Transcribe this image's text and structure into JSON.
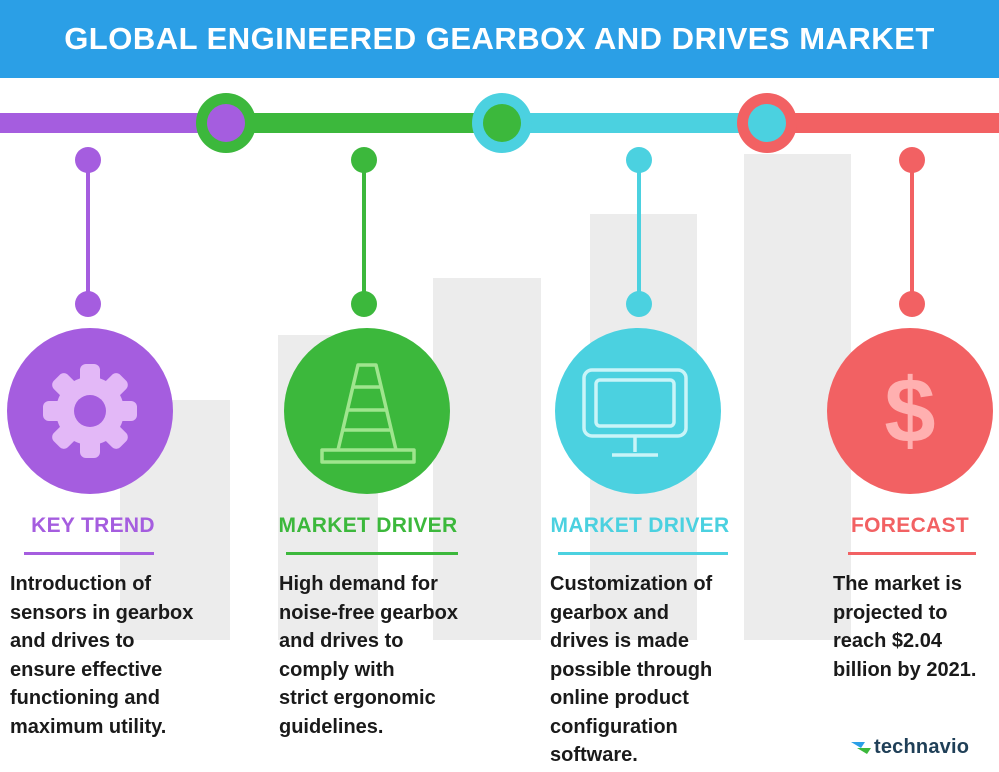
{
  "header": {
    "title": "GLOBAL ENGINEERED GEARBOX AND DRIVES MARKET"
  },
  "colors": {
    "header_bg": "#2b9fe6",
    "purple": "#a55ddf",
    "green": "#3cb83c",
    "cyan": "#4bd1e0",
    "red": "#f26163",
    "bars": "#ececec"
  },
  "columns": [
    {
      "label": "KEY TREND",
      "icon": "gear-icon",
      "color": "#a55ddf",
      "text": [
        "Introduction of",
        "sensors in gearbox",
        "and drives to",
        "ensure effective",
        "functioning and",
        "maximum utility."
      ]
    },
    {
      "label": "MARKET DRIVER",
      "icon": "traffic-cone-icon",
      "color": "#3cb83c",
      "text": [
        "High demand for",
        "noise-free gearbox",
        "and drives to",
        "comply with",
        "strict ergonomic",
        "guidelines."
      ]
    },
    {
      "label": "MARKET DRIVER",
      "icon": "monitor-icon",
      "color": "#4bd1e0",
      "text": [
        "Customization of",
        "gearbox and",
        "drives is made",
        "possible through",
        "online product",
        "configuration",
        "software."
      ]
    },
    {
      "label": "FORECAST",
      "icon": "dollar-icon",
      "color": "#f26163",
      "text": [
        "The market is",
        "projected to",
        "reach $2.04",
        "billion by 2021."
      ]
    }
  ],
  "brand": {
    "name": "technavio",
    "icon": "technavio-logo-icon"
  }
}
